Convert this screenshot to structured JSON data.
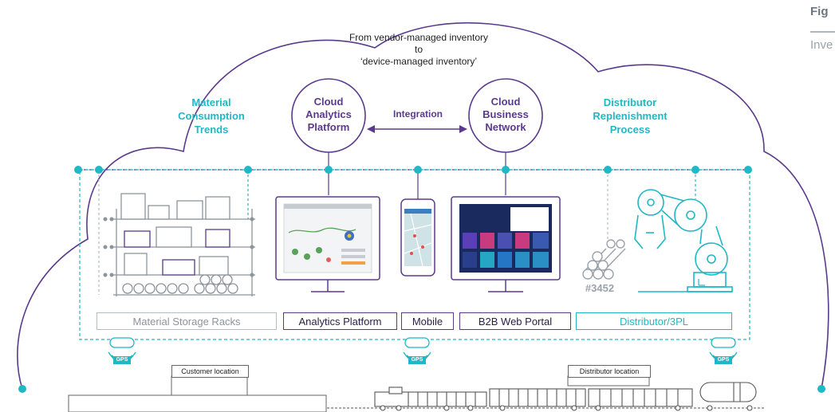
{
  "side": {
    "fig": "Fig",
    "sub": "Inve"
  },
  "cloud_heading": {
    "line1": "From vendor-managed inventory",
    "line2": "to",
    "line3": "‘device-managed inventory’"
  },
  "teal_left": {
    "l1": "Material",
    "l2": "Consumption",
    "l3": "Trends"
  },
  "teal_right": {
    "l1": "Distributor",
    "l2": "Replenishment",
    "l3": "Process"
  },
  "circle_left": {
    "l1": "Cloud",
    "l2": "Analytics",
    "l3": "Platform"
  },
  "circle_right": {
    "l1": "Cloud",
    "l2": "Business",
    "l3": "Network"
  },
  "integration": "Integration",
  "labels": {
    "racks": "Material Storage Racks",
    "analytics": "Analytics Platform",
    "mobile": "Mobile",
    "portal": "B2B Web Portal",
    "distributor": "Distributor/3PL"
  },
  "pipe_id": "#3452",
  "gps": "GPS",
  "customer_location": "Customer location",
  "distributor_location": "Distributor location",
  "colors": {
    "teal": "#1fb8c4",
    "purple": "#5b3a8c",
    "grey": "#b4bcc4"
  }
}
